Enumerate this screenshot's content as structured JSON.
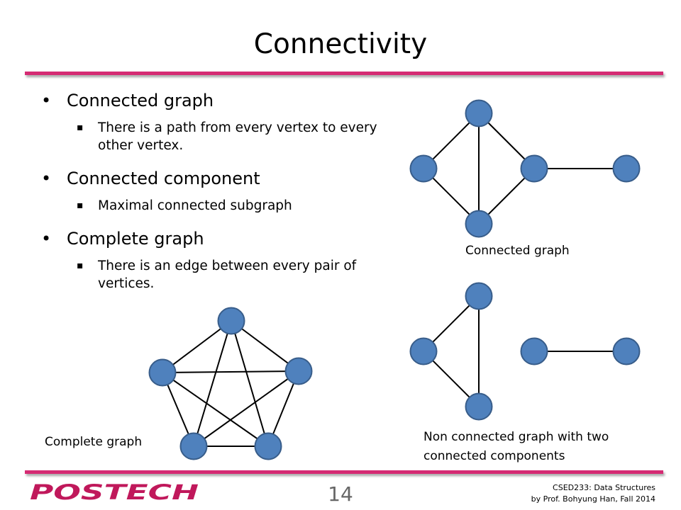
{
  "title": "Connectivity",
  "bullets": [
    {
      "text": "Connected graph",
      "sub": "There is a path from every vertex to every other vertex."
    },
    {
      "text": "Connected component",
      "sub": "Maximal connected subgraph"
    },
    {
      "text": "Complete graph",
      "sub": "There is an edge between every pair of vertices."
    }
  ],
  "captions": {
    "connected": "Connected graph",
    "non_connected_line1": "Non connected graph with two",
    "non_connected_line2": "connected components",
    "complete": "Complete graph"
  },
  "footer": {
    "logo_text": "POSTECH",
    "page_number": "14",
    "course": "CSED233: Data Structures",
    "author": "by Prof. Bohyung Han, Fall 2014"
  },
  "colors": {
    "accent": "#d52b73",
    "node_fill": "#4f81bd",
    "node_stroke": "#385d8a",
    "logo": "#c0185b"
  },
  "bullet_glyphs": {
    "level1": "•",
    "level2": "▪"
  }
}
